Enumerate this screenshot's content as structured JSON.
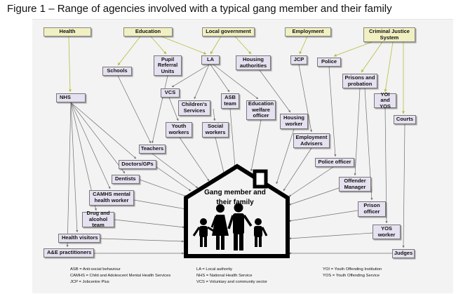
{
  "title": "Figure 1 – Range of agencies involved with a typical gang member and their family",
  "center_label": "Gang member and their family",
  "nodes": {
    "health": "Health",
    "education": "Education",
    "local_government": "Local government",
    "employment": "Employment",
    "criminal_justice": "Criminal Justice System",
    "schools": "Schools",
    "pupil_referral": "Pupil Referral Units",
    "la": "LA",
    "housing_authorities": "Housing authorities",
    "jcp": "JCP",
    "police": "Police",
    "prisons_probation": "Prisons and probation",
    "nhs": "NHS",
    "vcs": "VCS",
    "childrens_services": "Children's Services",
    "asb_team": "ASB team",
    "education_welfare": "Education welfare officer",
    "yoi_yos": "YOI and YOS",
    "courts": "Courts",
    "youth_workers": "Youth workers",
    "social_workers": "Social workers",
    "housing_worker": "Housing worker",
    "employment_advisers": "Employment Advisers",
    "teachers": "Teachers",
    "doctors_gps": "Doctors/GPs",
    "police_officer": "Police officer",
    "dentists": "Dentists",
    "offender_manager": "Offender Manager",
    "camhs_worker": "CAMHS mental health worker",
    "drug_alcohol": "Drug and alcohol team",
    "prison_officer": "Prison officer",
    "yos_worker": "YOS worker",
    "health_visitors": "Health visitors",
    "ae_practitioners": "A&E practitioners",
    "judges": "Judges"
  },
  "legend": {
    "col1": [
      "ASB = Anti-social behaviour",
      "CAMHS = Child and Adolescent Mental Health Services",
      "JCP = Jobcentre Plus"
    ],
    "col2": [
      "LA = Local authority",
      "NHS = National Health Service",
      "VCS = Voluntary and community sector"
    ],
    "col3": [
      "YOI = Youth Offending Institution",
      "YOS = Youth Offending Service"
    ]
  },
  "colors": {
    "top_box": "#f1f0c2",
    "agency_box": "#e6e1f0",
    "link_green": "#b5bd3a",
    "link_grey": "#6f6f6f",
    "house": "#000000"
  }
}
